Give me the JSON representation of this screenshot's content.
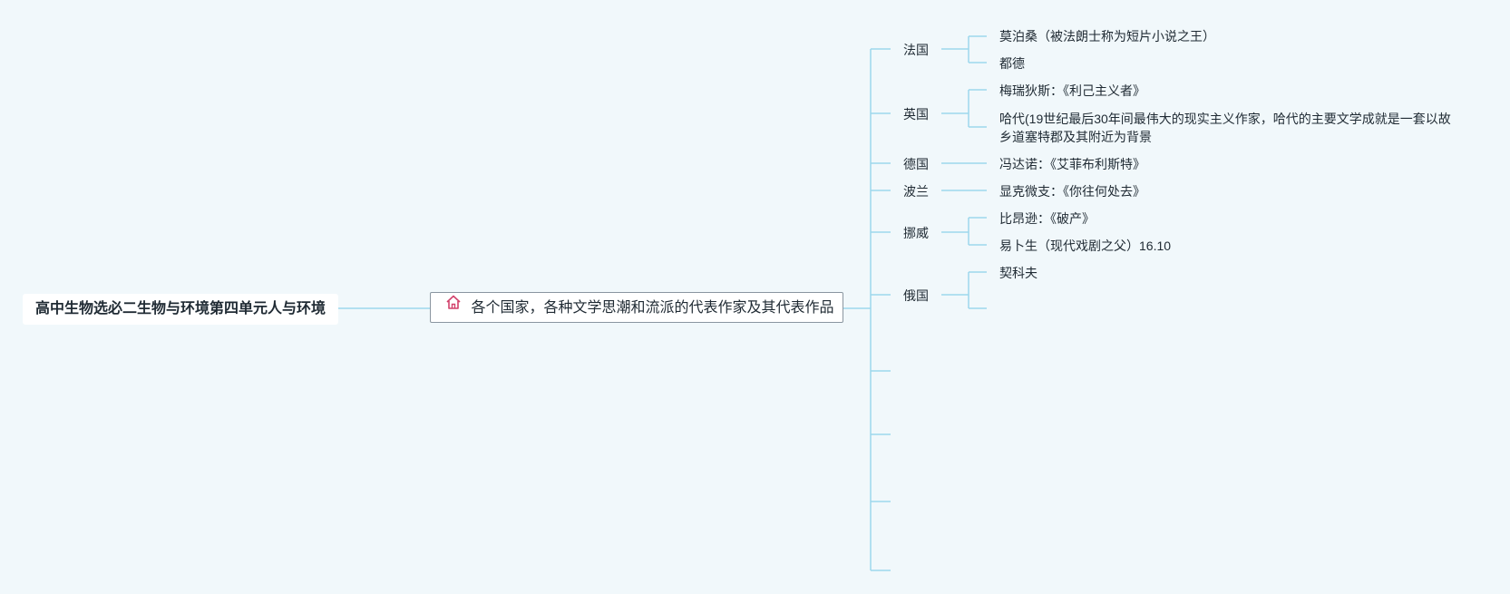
{
  "root": {
    "label": "高中生物选必二生物与环境第四单元人与环境"
  },
  "center": {
    "label": "各个国家，各种文学思潮和流派的代表作家及其代表作品",
    "icon": "home-icon"
  },
  "colors": {
    "line": "#9dd7ec",
    "background": "#f1f8fb",
    "icon": "#d2416b"
  },
  "countries": [
    {
      "label": "法国",
      "works": [
        "莫泊桑（被法朗士称为短片小说之王）",
        "都德"
      ]
    },
    {
      "label": "英国",
      "works": [
        "梅瑞狄斯：《利己主义者》",
        "哈代(19世纪最后30年间最伟大的现实主义作家，哈代的主要文学成就是一套以故乡道塞特郡及其附近为背景"
      ]
    },
    {
      "label": "德国",
      "works": [
        "冯达诺：《艾菲布利斯特》"
      ]
    },
    {
      "label": "波兰",
      "works": [
        "显克微支：《你往何处去》"
      ]
    },
    {
      "label": "挪威",
      "works": [
        "比昂逊：《破产》",
        "易卜生（现代戏剧之父）16.10"
      ]
    },
    {
      "label": "俄国",
      "works": [
        "契科夫",
        ""
      ]
    }
  ]
}
